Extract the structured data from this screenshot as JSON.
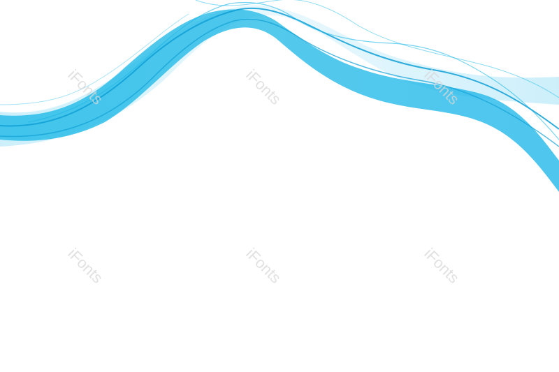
{
  "image": {
    "subject": "abstract flowing blue wave ribbons on white",
    "background_color": "#ffffff",
    "wave_color": "#1ab7e6",
    "wave_color_light": "#8fdcf5",
    "wave_color_dark": "#0e9fd6"
  },
  "watermarks": [
    "iFonts",
    "iFonts",
    "iFonts",
    "iFonts",
    "iFonts",
    "iFonts"
  ]
}
